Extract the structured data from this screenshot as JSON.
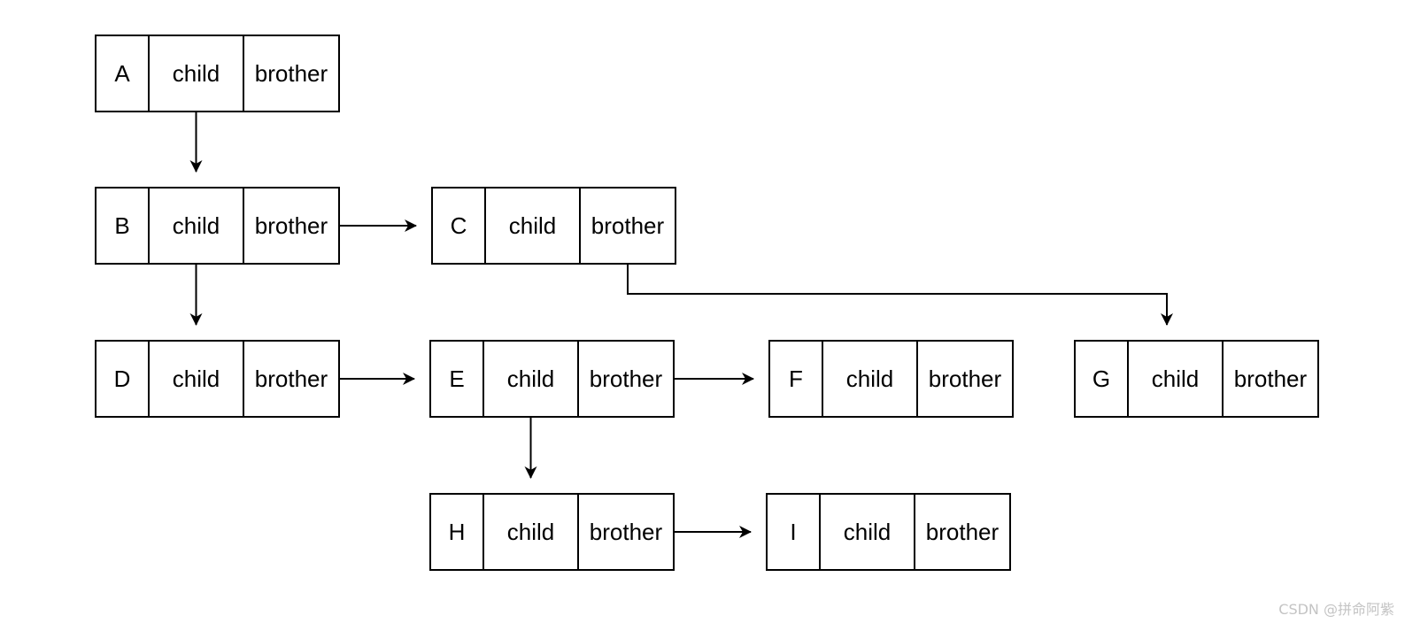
{
  "diagram": {
    "nodes": [
      {
        "id": "A",
        "label": "A",
        "child_label": "child",
        "brother_label": "brother"
      },
      {
        "id": "B",
        "label": "B",
        "child_label": "child",
        "brother_label": "brother"
      },
      {
        "id": "C",
        "label": "C",
        "child_label": "child",
        "brother_label": "brother"
      },
      {
        "id": "D",
        "label": "D",
        "child_label": "child",
        "brother_label": "brother"
      },
      {
        "id": "E",
        "label": "E",
        "child_label": "child",
        "brother_label": "brother"
      },
      {
        "id": "F",
        "label": "F",
        "child_label": "child",
        "brother_label": "brother"
      },
      {
        "id": "G",
        "label": "G",
        "child_label": "child",
        "brother_label": "brother"
      },
      {
        "id": "H",
        "label": "H",
        "child_label": "child",
        "brother_label": "brother"
      },
      {
        "id": "I",
        "label": "I",
        "child_label": "child",
        "brother_label": "brother"
      }
    ],
    "edges": [
      {
        "from": "A",
        "to": "B",
        "pointer": "child"
      },
      {
        "from": "B",
        "to": "C",
        "pointer": "brother"
      },
      {
        "from": "B",
        "to": "D",
        "pointer": "child"
      },
      {
        "from": "C",
        "to": "G",
        "pointer": "brother"
      },
      {
        "from": "D",
        "to": "E",
        "pointer": "brother"
      },
      {
        "from": "E",
        "to": "F",
        "pointer": "brother"
      },
      {
        "from": "E",
        "to": "H",
        "pointer": "child"
      },
      {
        "from": "H",
        "to": "I",
        "pointer": "brother"
      }
    ],
    "line_color": "#000000",
    "background_color": "#ffffff"
  },
  "watermark": {
    "text": "CSDN @拼命阿紫",
    "color": "#c4c4c4"
  }
}
